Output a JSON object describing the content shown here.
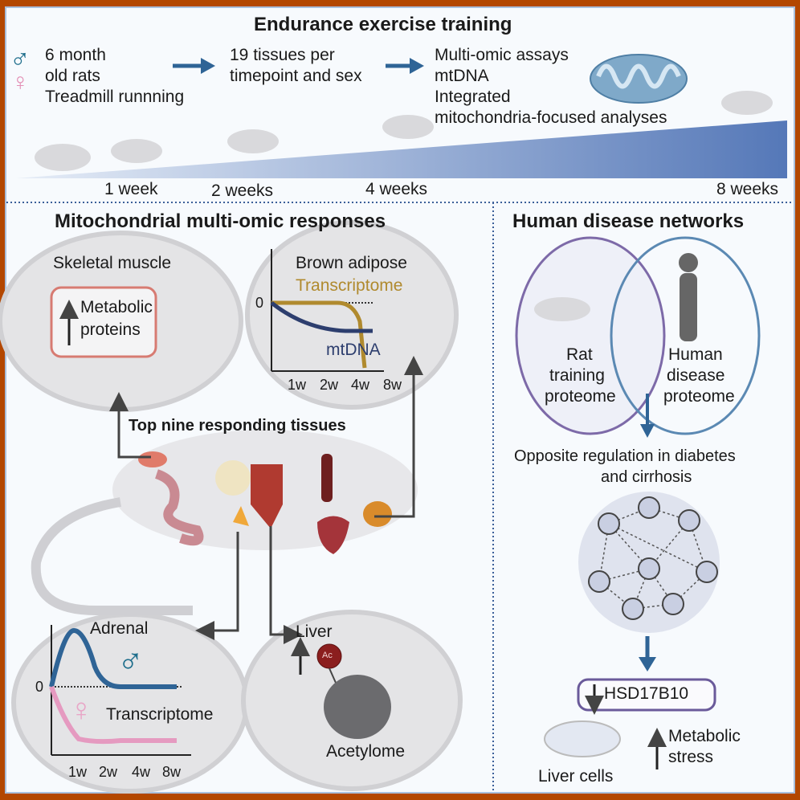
{
  "top": {
    "title": "Endurance exercise training",
    "step1": [
      "6 month",
      "old rats",
      "Treadmill runnning"
    ],
    "step2": [
      "19 tissues per",
      "timepoint and sex"
    ],
    "step3": [
      "Multi-omic assays",
      "mtDNA",
      "Integrated",
      "mitochondria-focused analyses"
    ],
    "timepoints": [
      "1 week",
      "2 weeks",
      "4 weeks",
      "8 weeks"
    ]
  },
  "left": {
    "title": "Mitochondrial multi-omic responses",
    "skeletal": {
      "title": "Skeletal muscle",
      "box": [
        "Metabolic",
        "proteins"
      ]
    },
    "brown": {
      "title": "Brown adipose",
      "series1": "Transcriptome",
      "series2": "mtDNA",
      "zero": "0",
      "xticks": [
        "1w",
        "2w",
        "4w",
        "8w"
      ]
    },
    "center_label": "Top nine responding tissues",
    "adrenal": {
      "title": "Adrenal",
      "series": "Transcriptome",
      "zero": "0",
      "xticks": [
        "1w",
        "2w",
        "4w",
        "8w"
      ]
    },
    "liver": {
      "title": "Liver",
      "badge": "Ac",
      "label": "Acetylome"
    }
  },
  "right": {
    "title": "Human disease networks",
    "venn_left": [
      "Rat",
      "training",
      "proteome"
    ],
    "venn_right": [
      "Human",
      "disease",
      "proteome"
    ],
    "finding": [
      "Opposite regulation in diabetes",
      "and cirrhosis"
    ],
    "gene": "HSD17B10",
    "cells": "Liver cells",
    "stress": [
      "Metabolic",
      "stress"
    ]
  },
  "colors": {
    "frame": "#b34700",
    "accent_blue": "#2f6496",
    "male": "#1f6e8c",
    "female": "#e38fb5",
    "gold": "#b08a2e",
    "navy": "#2d3e6e",
    "purple": "#6a5a9a"
  }
}
